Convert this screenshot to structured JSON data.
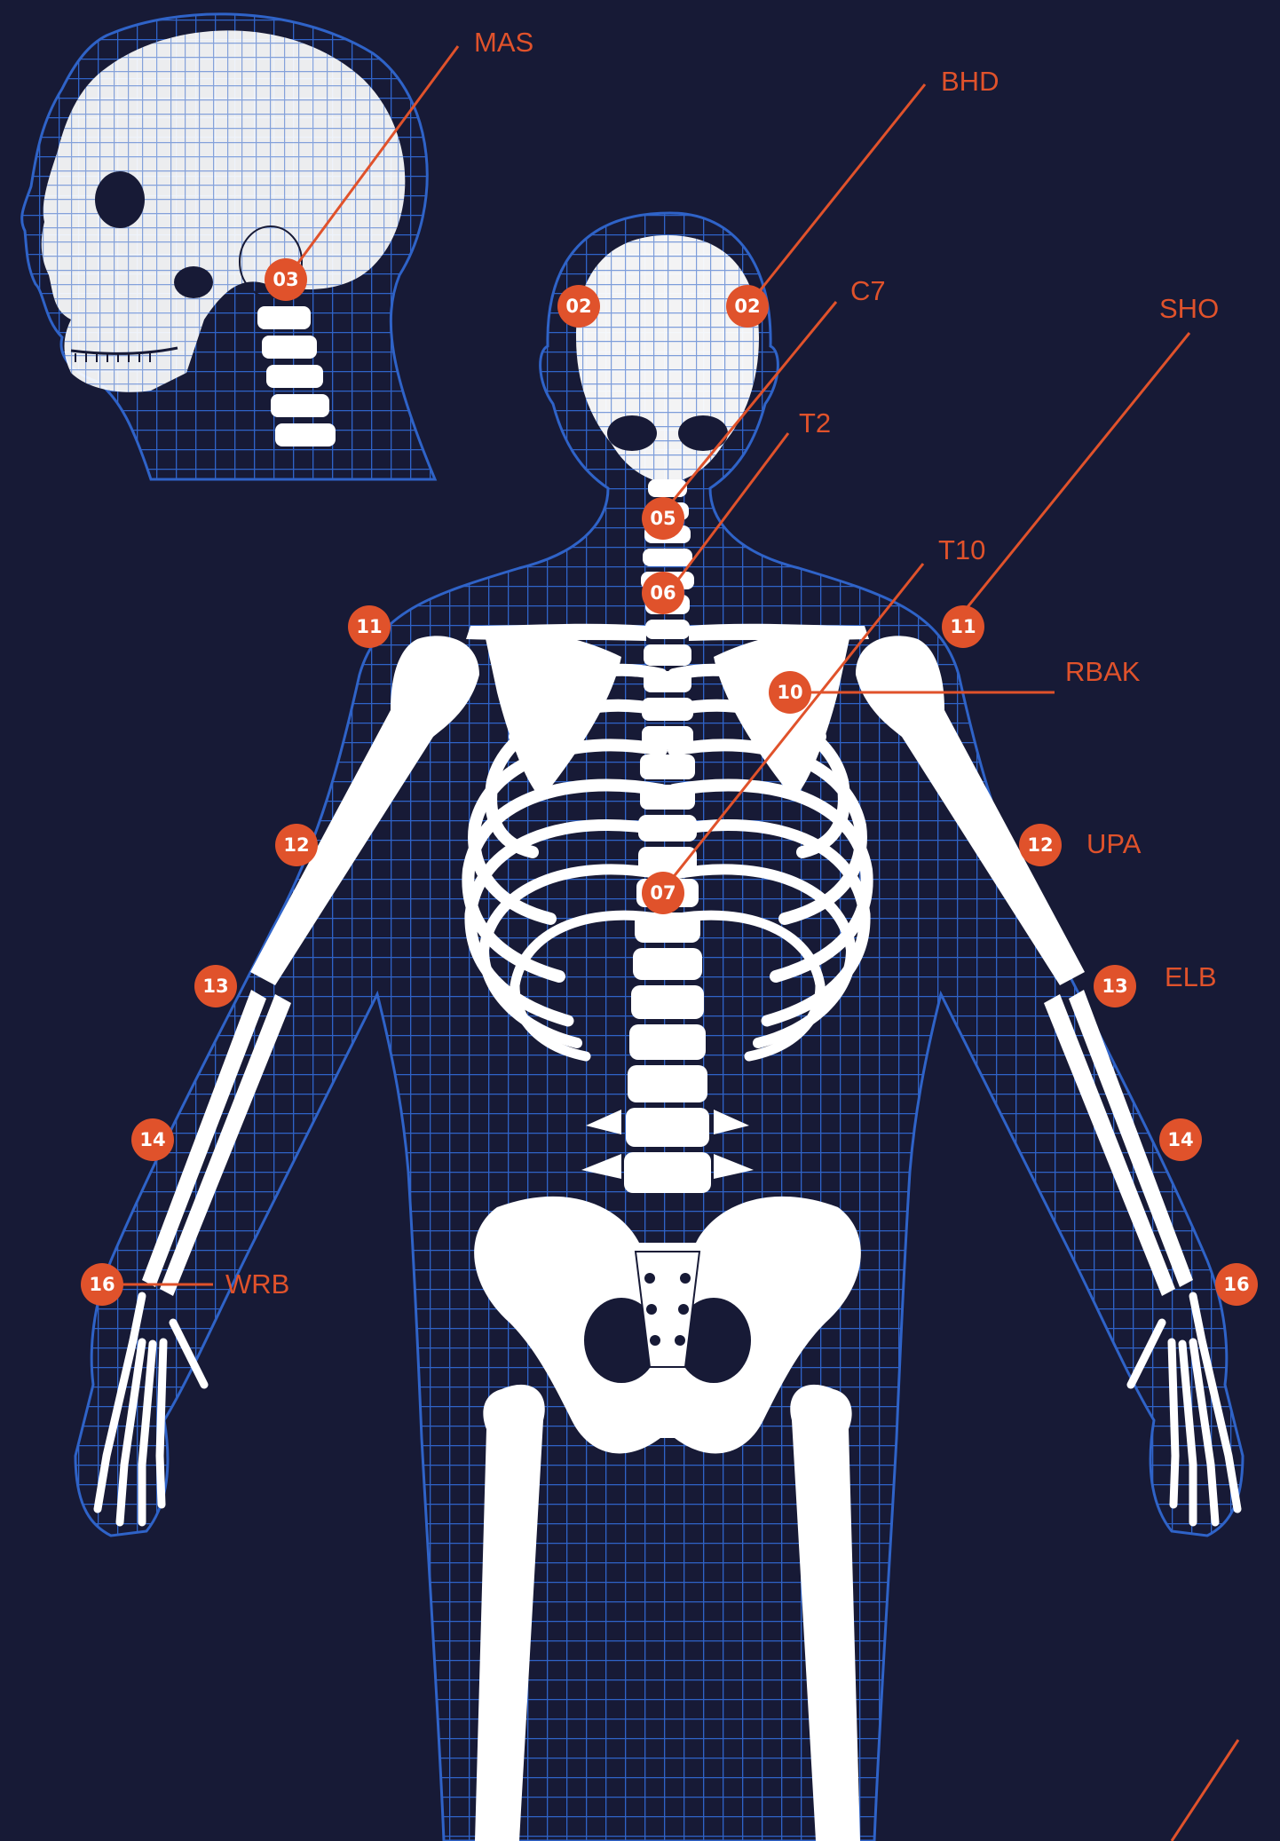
{
  "colors": {
    "background": "#171a36",
    "mesh": "#2f63c8",
    "bone": "#ffffff",
    "marker": "#e0522b",
    "marker_text": "#ffffff",
    "label": "#e0522b"
  },
  "labels": {
    "mas": "MAS",
    "bhd": "BHD",
    "c7": "C7",
    "sho": "SHO",
    "t2": "T2",
    "t10": "T10",
    "rbak": "RBAK",
    "upa": "UPA",
    "elb": "ELB",
    "wrb": "WRB"
  },
  "markers": {
    "bhd_left": "02",
    "bhd_right": "02",
    "mas": "03",
    "c7": "05",
    "t2": "06",
    "t10": "07",
    "rbak": "10",
    "sho_left": "11",
    "sho_right": "11",
    "upa_left": "12",
    "upa_right": "12",
    "elb_left": "13",
    "elb_right": "13",
    "frm_left": "14",
    "frm_right": "14",
    "wrb_left": "16",
    "wrb_right": "16"
  }
}
